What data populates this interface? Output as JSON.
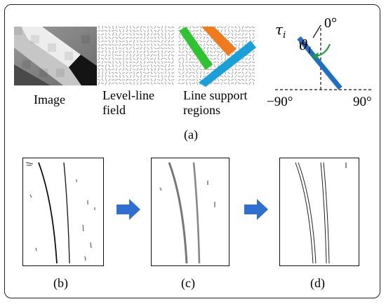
{
  "panel_a": {
    "captions": {
      "image": "Image",
      "level_line_line1": "Level-line",
      "level_line_line2": "field",
      "line_support_line1": "Line support",
      "line_support_line2": "regions"
    },
    "label": "(a)",
    "angle": {
      "tau_symbol": "τ",
      "tau_sub": "i",
      "theta_symbol": "ϑ",
      "theta_sub": "i",
      "top_label": "0°",
      "left_label": "−90°",
      "right_label": "90°"
    }
  },
  "panels": {
    "b_label": "(b)",
    "c_label": "(c)",
    "d_label": "(d)"
  },
  "colors": {
    "line_blue": "#1f6fc7",
    "arrow_blue": "#2f6fd0",
    "region_green": "#2ec431",
    "region_orange": "#f07a1e",
    "region_cyan": "#1aa0d8",
    "angle_arrow_green": "#1f9e3a"
  },
  "icons": {
    "flow_arrow": "right-arrow-icon"
  }
}
